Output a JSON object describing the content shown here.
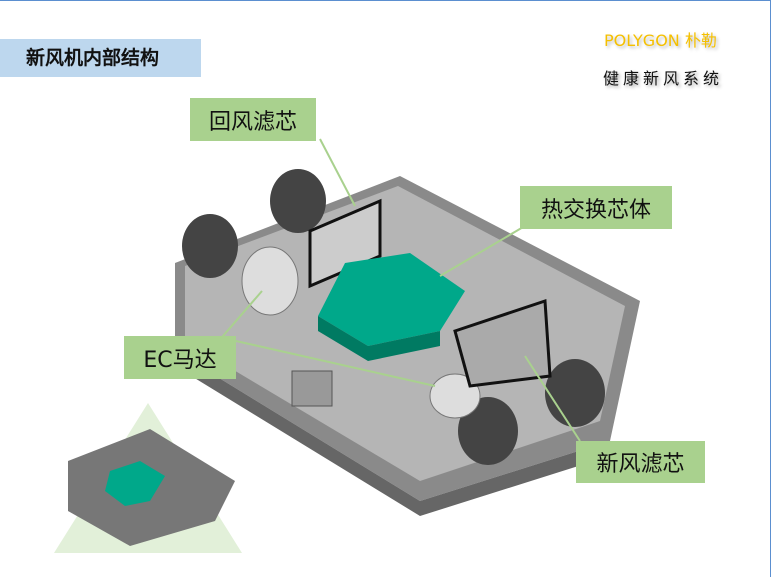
{
  "title": "新风机内部结构",
  "brand": "POLYGON 朴勒",
  "tagline": "健康新风系统",
  "labels": {
    "return_filter": "回风滤芯",
    "heat_exchanger": "热交换芯体",
    "ec_motor": "EC马达",
    "fresh_filter": "新风滤芯"
  },
  "colors": {
    "label_bg": "#a9d18e",
    "core": "#00a88a",
    "title_bg": "#bdd7ee"
  }
}
